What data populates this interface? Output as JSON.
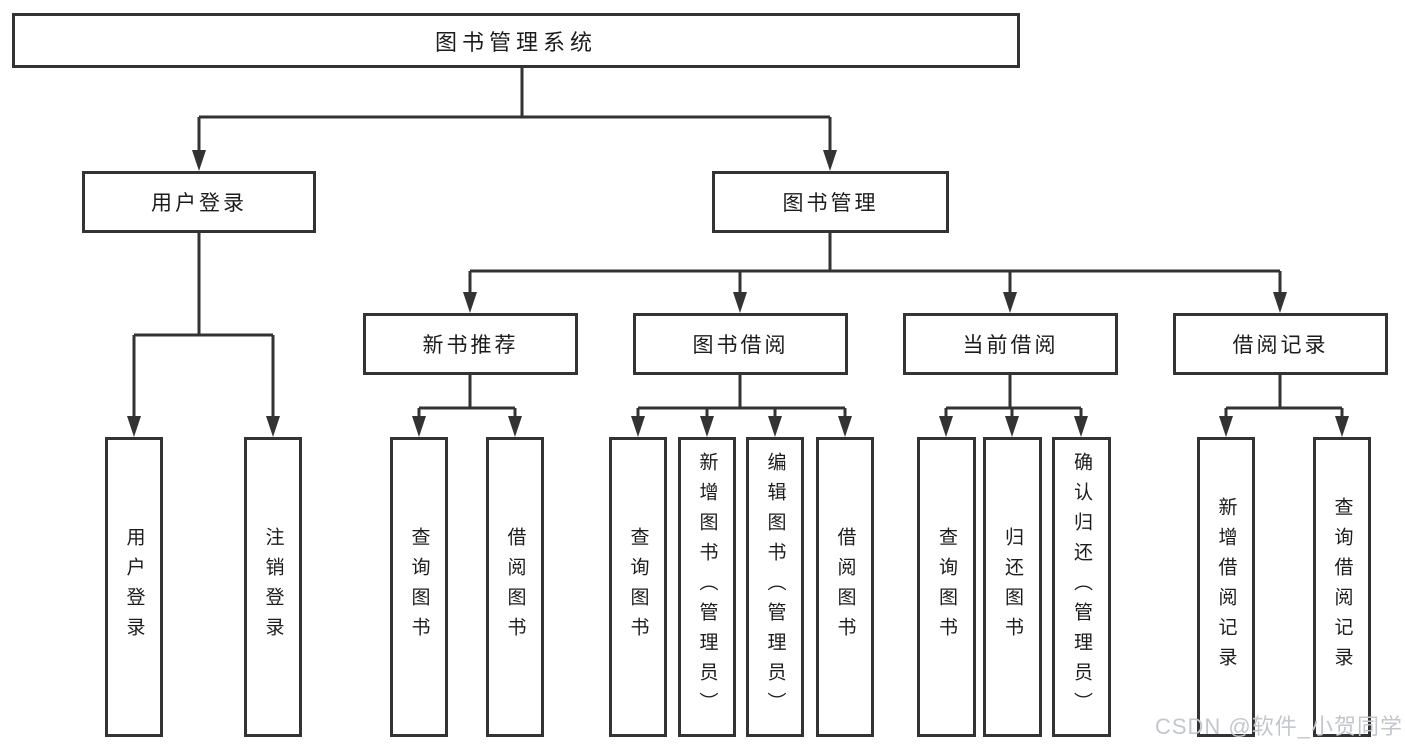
{
  "diagram": {
    "title": "图书管理系统",
    "root": {
      "label": "图书管理系统"
    },
    "level2": [
      {
        "label": "用户登录",
        "children": [
          {
            "label": "用户登录"
          },
          {
            "label": "注销登录"
          }
        ]
      },
      {
        "label": "图书管理",
        "children": [
          {
            "label": "新书推荐",
            "children": [
              {
                "label": "查询图书"
              },
              {
                "label": "借阅图书"
              }
            ]
          },
          {
            "label": "图书借阅",
            "children": [
              {
                "label": "查询图书"
              },
              {
                "label": "新增图书（管理员）"
              },
              {
                "label": "编辑图书（管理员）"
              },
              {
                "label": "借阅图书"
              }
            ]
          },
          {
            "label": "当前借阅",
            "children": [
              {
                "label": "查询图书"
              },
              {
                "label": "归还图书"
              },
              {
                "label": "确认归还（管理员）"
              }
            ]
          },
          {
            "label": "借阅记录",
            "children": [
              {
                "label": "新增借阅记录"
              },
              {
                "label": "查询借阅记录"
              }
            ]
          }
        ]
      }
    ]
  },
  "watermark": {
    "text": "CSDN @软件_小贺同学"
  },
  "colors": {
    "line": "#333333",
    "text": "#1c1c1c",
    "background": "#ffffff",
    "watermark": "#c3c7cd"
  }
}
